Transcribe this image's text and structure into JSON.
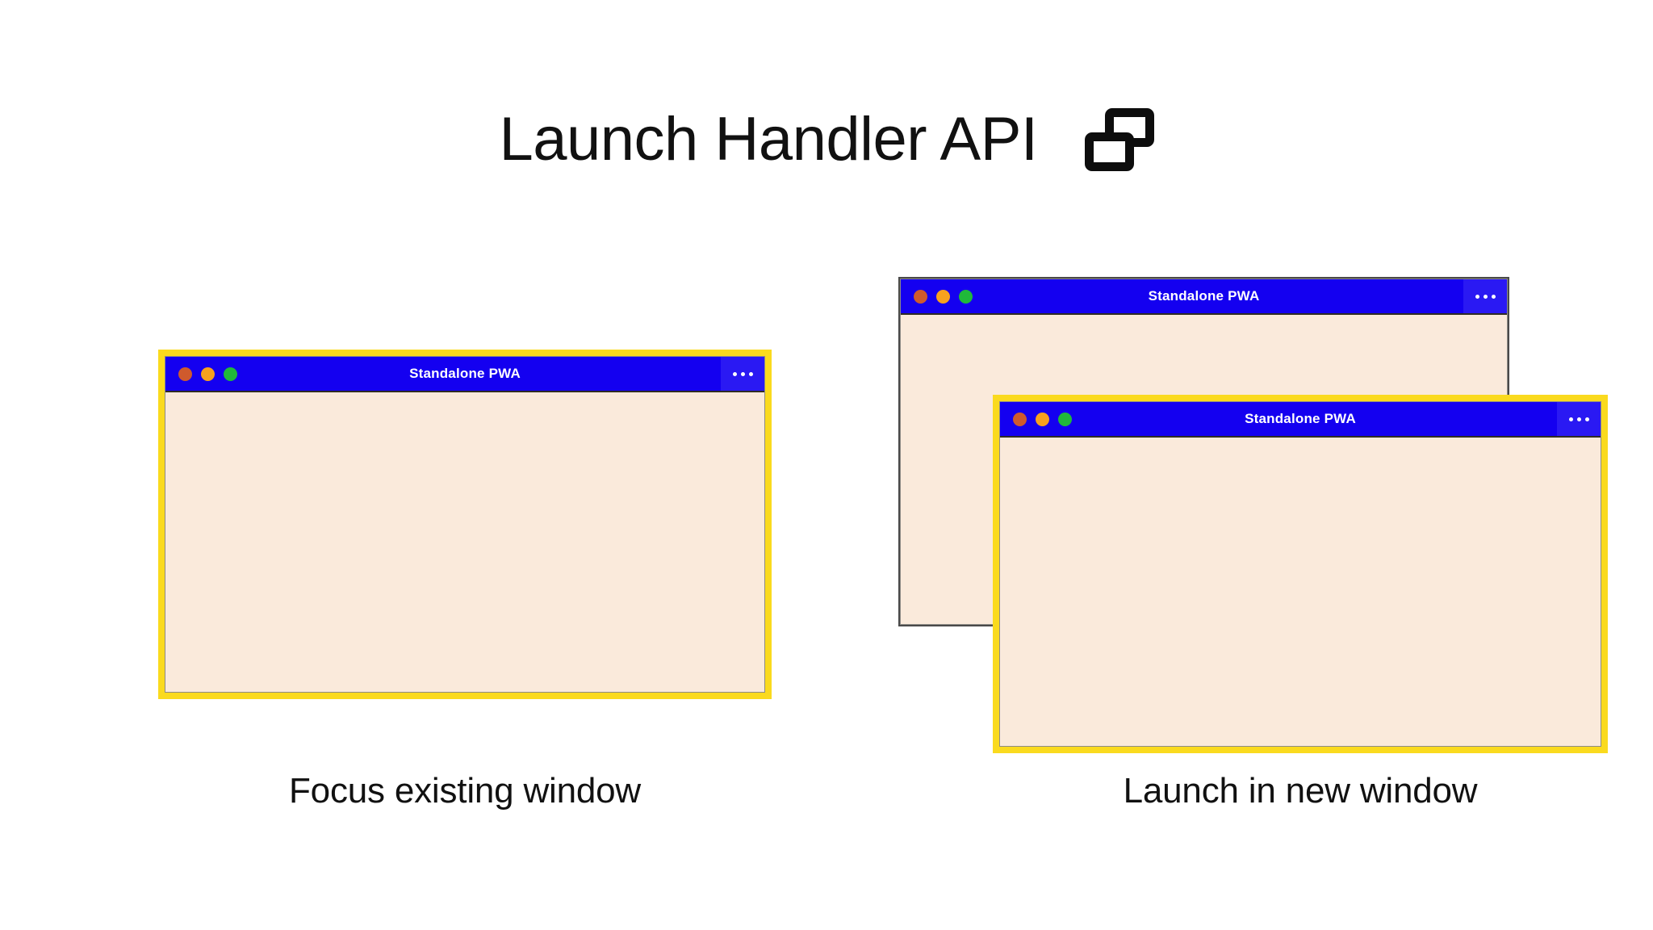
{
  "header": {
    "title": "Launch Handler API",
    "icon": "windows-stack-icon"
  },
  "colors": {
    "titlebar_blue": "#1400f0",
    "menu_blue": "#2a19f3",
    "window_body_cream": "#faeadb",
    "highlight_yellow": "#fada1e",
    "window_border_gray": "#4a4a4a",
    "text_black": "#111111",
    "light_close": "#cf5a2d",
    "light_minimize": "#f7a11e",
    "light_zoom": "#20b93a"
  },
  "scenarios": [
    {
      "id": "focus-existing",
      "caption": "Focus existing window",
      "windows": [
        {
          "id": "window-focus",
          "title": "Standalone PWA",
          "highlighted": true,
          "menu_icon": "more-horizontal-icon",
          "traffic_lights": [
            "close",
            "minimize",
            "zoom"
          ]
        }
      ]
    },
    {
      "id": "launch-new",
      "caption": "Launch in new window",
      "windows": [
        {
          "id": "window-new-back",
          "title": "Standalone PWA",
          "highlighted": false,
          "menu_icon": "more-horizontal-icon",
          "traffic_lights": [
            "close",
            "minimize",
            "zoom"
          ]
        },
        {
          "id": "window-new-front",
          "title": "Standalone PWA",
          "highlighted": true,
          "menu_icon": "more-horizontal-icon",
          "traffic_lights": [
            "close",
            "minimize",
            "zoom"
          ]
        }
      ]
    }
  ]
}
